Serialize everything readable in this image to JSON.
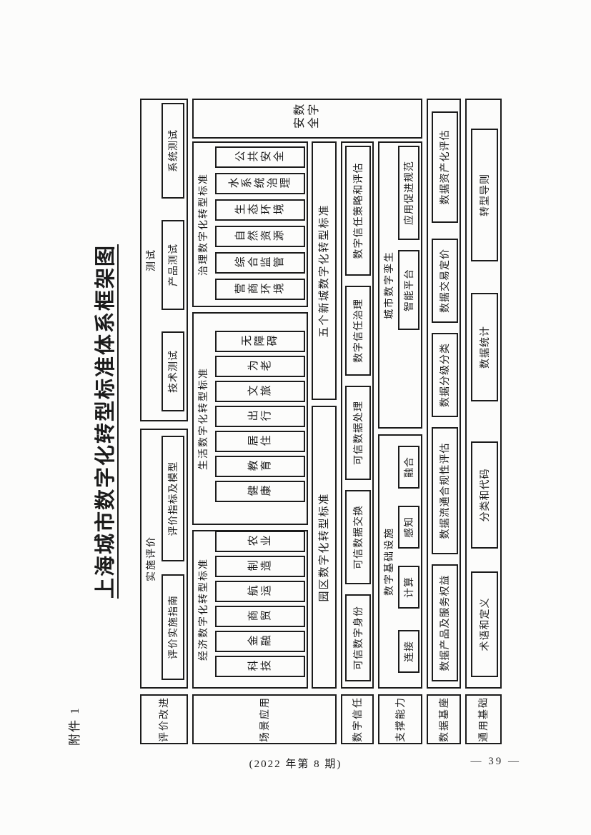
{
  "page": {
    "attachment_label": "附件 1",
    "title": "上海城市数字化转型标准体系框架图",
    "footer": {
      "issue": "(2022 年第 8 期)",
      "page_number": "— 39 —"
    },
    "ink_color": "#1c1c1c",
    "paper_color": "#fcfcfb"
  },
  "diagram": {
    "row_labels": [
      "评价改进",
      "场景应用",
      "数字信任",
      "支撑能力",
      "数据基座",
      "通用基础"
    ],
    "security_lines": [
      "数字",
      "安全"
    ],
    "evaluation_row": {
      "groups": [
        {
          "label": "实施评价",
          "items": [
            "评价实施指南",
            "评价指标及模型"
          ]
        },
        {
          "label": "测试",
          "items": [
            "技术测试",
            "产品测试",
            "系统测试"
          ]
        }
      ]
    },
    "scene_row": {
      "groups": [
        {
          "label": "经济数字化转型标准",
          "items": [
            "科技",
            "金融",
            "商贸",
            "航运",
            "制造",
            "农业"
          ]
        },
        {
          "label": "生活数字化转型标准",
          "items": [
            "健康",
            "教育",
            "居住",
            "出行",
            "文旅",
            "为老",
            "无障碍"
          ]
        },
        {
          "label": "治理数字化转型标准",
          "items": [
            "营商环境",
            "综合监管",
            "自然资源",
            "生态环境",
            "水系统治理",
            "公共安全"
          ]
        }
      ],
      "wide_boxes": [
        "园区数字化转型标准",
        "五个新城数字化转型标准"
      ]
    },
    "trust_row": {
      "items": [
        "可信数字身份",
        "可信数据交换",
        "可信数据处理",
        "数字信任治理",
        "数字信任策略和评估"
      ]
    },
    "capability_row": {
      "groups": [
        {
          "label": "数字基础设施",
          "items": [
            "连接",
            "计算",
            "感知",
            "融合"
          ]
        },
        {
          "label": "城市数字孪生",
          "items": [
            "智能平台",
            "应用促进规范"
          ]
        }
      ]
    },
    "data_row": {
      "items": [
        "数据产品及服务权益",
        "数据流通合规性评估",
        "数据分级分类",
        "数据交易定价",
        "数据资产化评估"
      ]
    },
    "general_row": {
      "items": [
        "术语和定义",
        "分类和代码",
        "数据统计",
        "转型导则"
      ]
    }
  }
}
